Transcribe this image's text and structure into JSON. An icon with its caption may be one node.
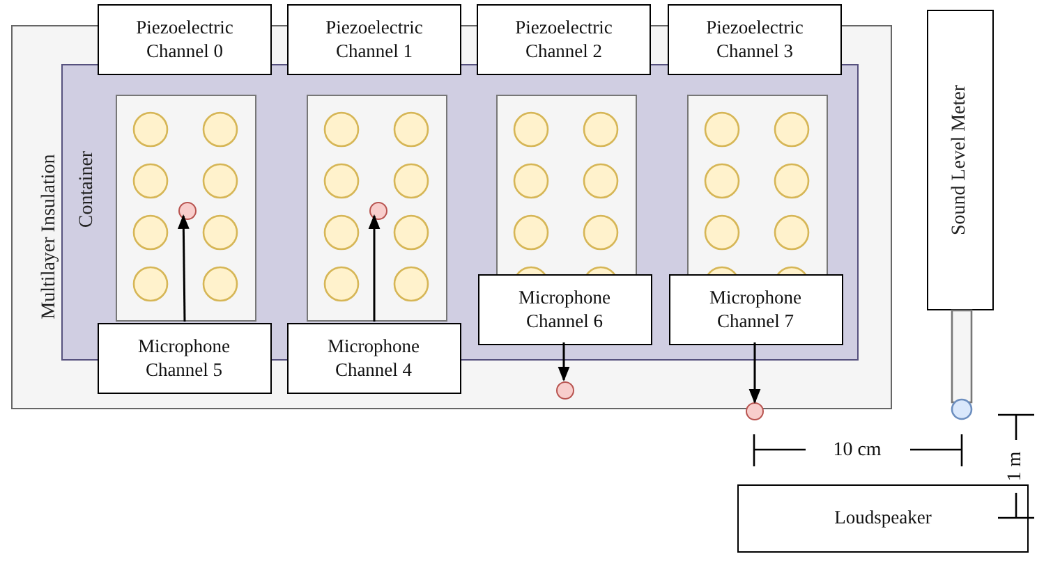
{
  "diagram": {
    "nodes": [
      {
        "text": [
          "Multilayer Insulation"
        ]
      },
      {
        "text": [
          "Container"
        ],
        "in": 0
      },
      {
        "text": [
          "Piezoelectric Channel 0"
        ]
      },
      {
        "text": [
          "Piezoelectric Channel 1"
        ]
      },
      {
        "text": [
          "Piezoelectric Channel 2"
        ]
      },
      {
        "text": [
          "Piezoelectric Channel 3"
        ]
      },
      {
        "text": [],
        "shape": "box",
        "in": 1
      },
      {
        "text": [],
        "shape": "box",
        "in": 1
      },
      {
        "text": [],
        "shape": "box",
        "in": 1
      },
      {
        "text": [],
        "shape": "box",
        "in": 1
      },
      {
        "text": [],
        "shape": "circle",
        "in": 6
      },
      {
        "text": [],
        "shape": "circle",
        "in": 7
      },
      {
        "text": [
          "Microphone Channel 6"
        ],
        "in": 1
      },
      {
        "text": [
          "Microphone Channel 7"
        ],
        "in": 1
      },
      {
        "text": [
          "Microphone Channel 5"
        ],
        "in": 0
      },
      {
        "text": [
          "Microphone Channel 4"
        ],
        "in": 0
      },
      {
        "text": [],
        "shape": "circle",
        "in": 0
      },
      {
        "text": [],
        "shape": "circle"
      },
      {
        "text": [
          "Sound Level Meter"
        ]
      },
      {
        "text": [
          "Loudspeaker"
        ]
      }
    ],
    "edges": [
      {
        "from": 14,
        "to": 10,
        "arrow": "to"
      },
      {
        "from": 15,
        "to": 11,
        "arrow": "to"
      },
      {
        "from": 12,
        "to": 16,
        "arrow": "to"
      },
      {
        "from": 13,
        "to": 17,
        "arrow": "to"
      }
    ],
    "labels": [
      "10 cm",
      "1 m"
    ]
  }
}
